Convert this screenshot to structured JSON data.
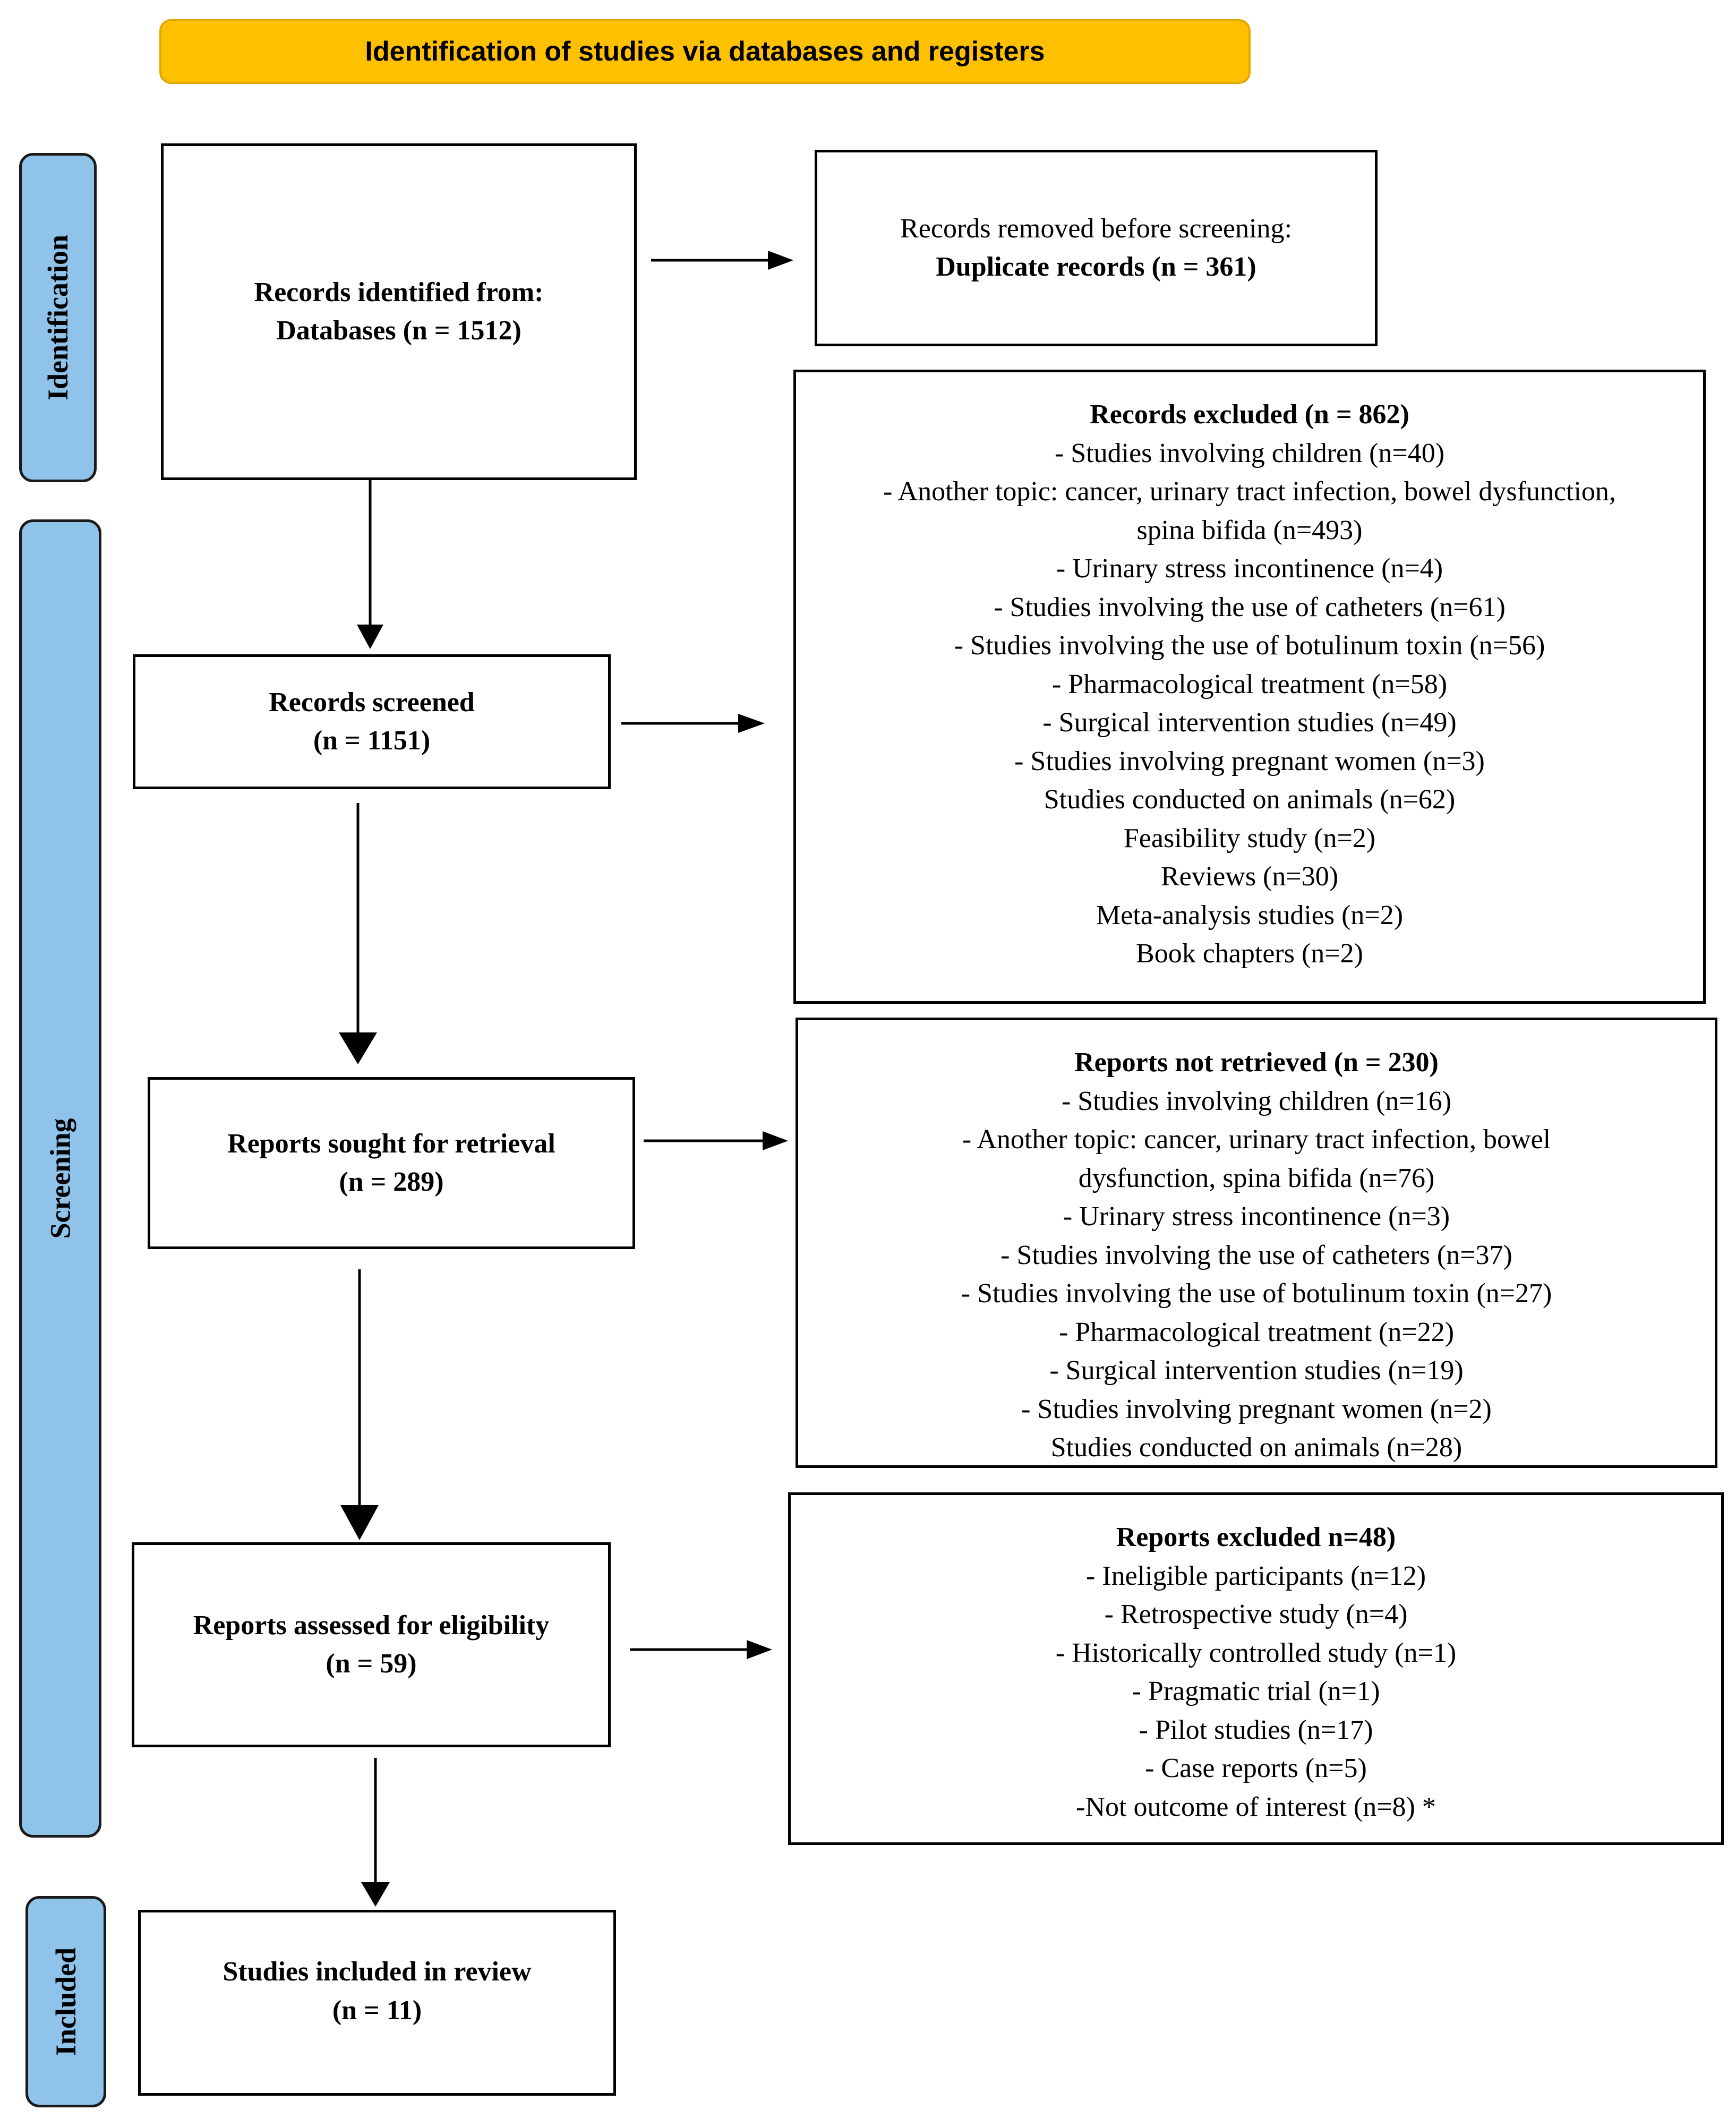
{
  "header": {
    "title": "Identification of studies via databases and registers"
  },
  "phases": {
    "identification": "Identification",
    "screening": "Screening",
    "included": "Included"
  },
  "identified": {
    "title": "Records identified from:",
    "detail": "Databases (n = 1512)"
  },
  "removed": {
    "title": "Records removed before screening:",
    "detail": "Duplicate records (n = 361)"
  },
  "screened": {
    "title": "Records screened",
    "count": "(n = 1151)"
  },
  "excluded": {
    "title": "Records excluded (n = 862)",
    "items": [
      "- Studies involving children (n=40)",
      "- Another topic: cancer, urinary tract infection, bowel dysfunction,",
      "spina bifida (n=493)",
      "- Urinary stress incontinence (n=4)",
      "- Studies involving the use of catheters (n=61)",
      "- Studies involving the use of botulinum toxin (n=56)",
      "- Pharmacological treatment (n=58)",
      "- Surgical intervention studies (n=49)",
      "- Studies involving pregnant women (n=3)",
      "Studies conducted on animals (n=62)",
      "Feasibility study (n=2)",
      "Reviews (n=30)",
      "Meta-analysis studies (n=2)",
      "Book chapters (n=2)"
    ]
  },
  "sought": {
    "title": "Reports sought for retrieval",
    "count": "(n = 289)"
  },
  "not_retrieved": {
    "title": "Reports not retrieved (n = 230)",
    "items": [
      "- Studies involving children (n=16)",
      "- Another topic: cancer, urinary tract infection, bowel",
      "dysfunction, spina bifida (n=76)",
      "- Urinary stress incontinence (n=3)",
      "- Studies involving the use of catheters (n=37)",
      "- Studies involving the use of botulinum toxin (n=27)",
      "- Pharmacological treatment (n=22)",
      "- Surgical intervention studies (n=19)",
      "- Studies involving pregnant women (n=2)",
      "Studies conducted on animals (n=28)"
    ]
  },
  "assessed": {
    "title": "Reports assessed for eligibility",
    "count": "(n = 59)"
  },
  "reports_excluded": {
    "title": "Reports excluded n=48)",
    "items": [
      "- Ineligible participants (n=12)",
      "- Retrospective study (n=4)",
      "- Historically controlled study (n=1)",
      "- Pragmatic trial (n=1)",
      "- Pilot studies (n=17)",
      "- Case reports (n=5)",
      "-Not outcome of interest (n=8) *"
    ]
  },
  "included_box": {
    "title": "Studies included in review",
    "count": "(n = 11)"
  }
}
